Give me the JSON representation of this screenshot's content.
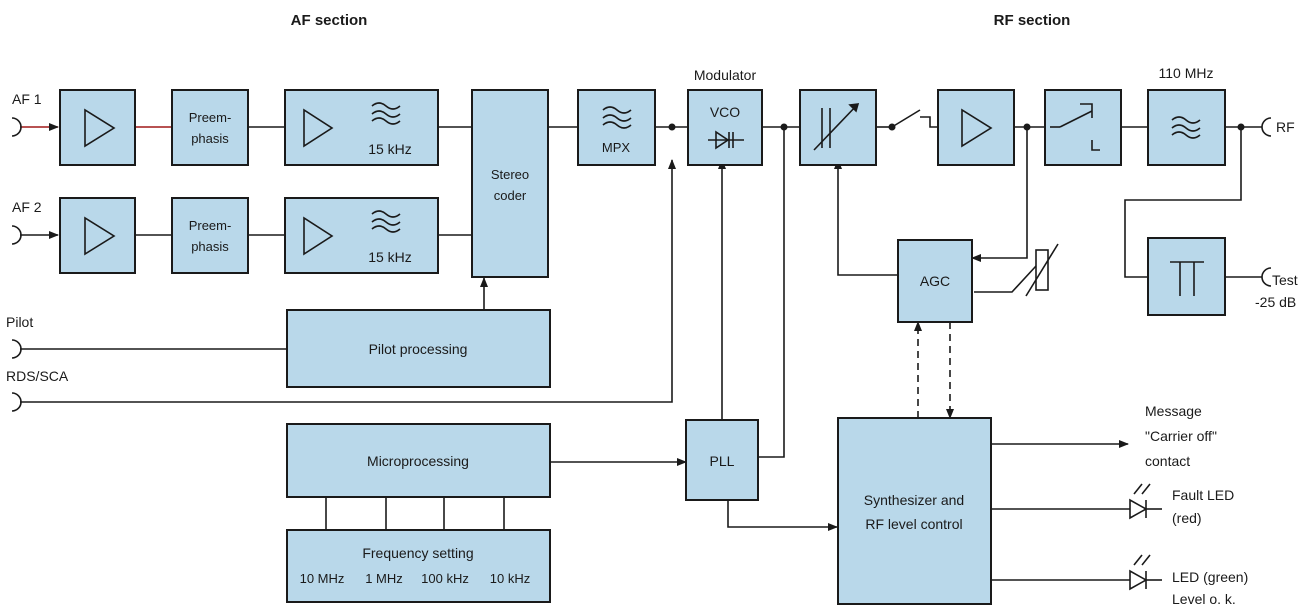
{
  "headings": {
    "af_section": "AF section",
    "rf_section": "RF section"
  },
  "inputs": {
    "af1": "AF 1",
    "af2": "AF 2",
    "pilot": "Pilot",
    "rds_sca": "RDS/SCA"
  },
  "blocks": {
    "preemphasis_line1": "Preem-",
    "preemphasis_line2": "phasis",
    "filter_15khz": "15 kHz",
    "stereo_coder_line1": "Stereo",
    "stereo_coder_line2": "coder",
    "mpx": "MPX",
    "vco": "VCO",
    "modulator": "Modulator",
    "filter_110mhz": "110 MHz",
    "agc": "AGC",
    "pilot_processing": "Pilot processing",
    "microprocessing": "Microprocessing",
    "pll": "PLL",
    "frequency_setting": "Frequency setting",
    "freq_steps": [
      "10 MHz",
      "1 MHz",
      "100 kHz",
      "10 kHz"
    ],
    "synth_line1": "Synthesizer and",
    "synth_line2": "RF level control"
  },
  "outputs": {
    "rf": "RF",
    "test": "Test",
    "test_level": "-25 dB",
    "message_line1": "Message",
    "message_line2": "\"Carrier off\"",
    "message_line3": "contact",
    "fault_line1": "Fault LED",
    "fault_line2": "(red)",
    "ok_line1": "LED (green)",
    "ok_line2": "Level o. k."
  },
  "colors": {
    "block_fill": "#b9d8ea",
    "line": "#1a1a1a",
    "af1_signal": "#a01818"
  }
}
